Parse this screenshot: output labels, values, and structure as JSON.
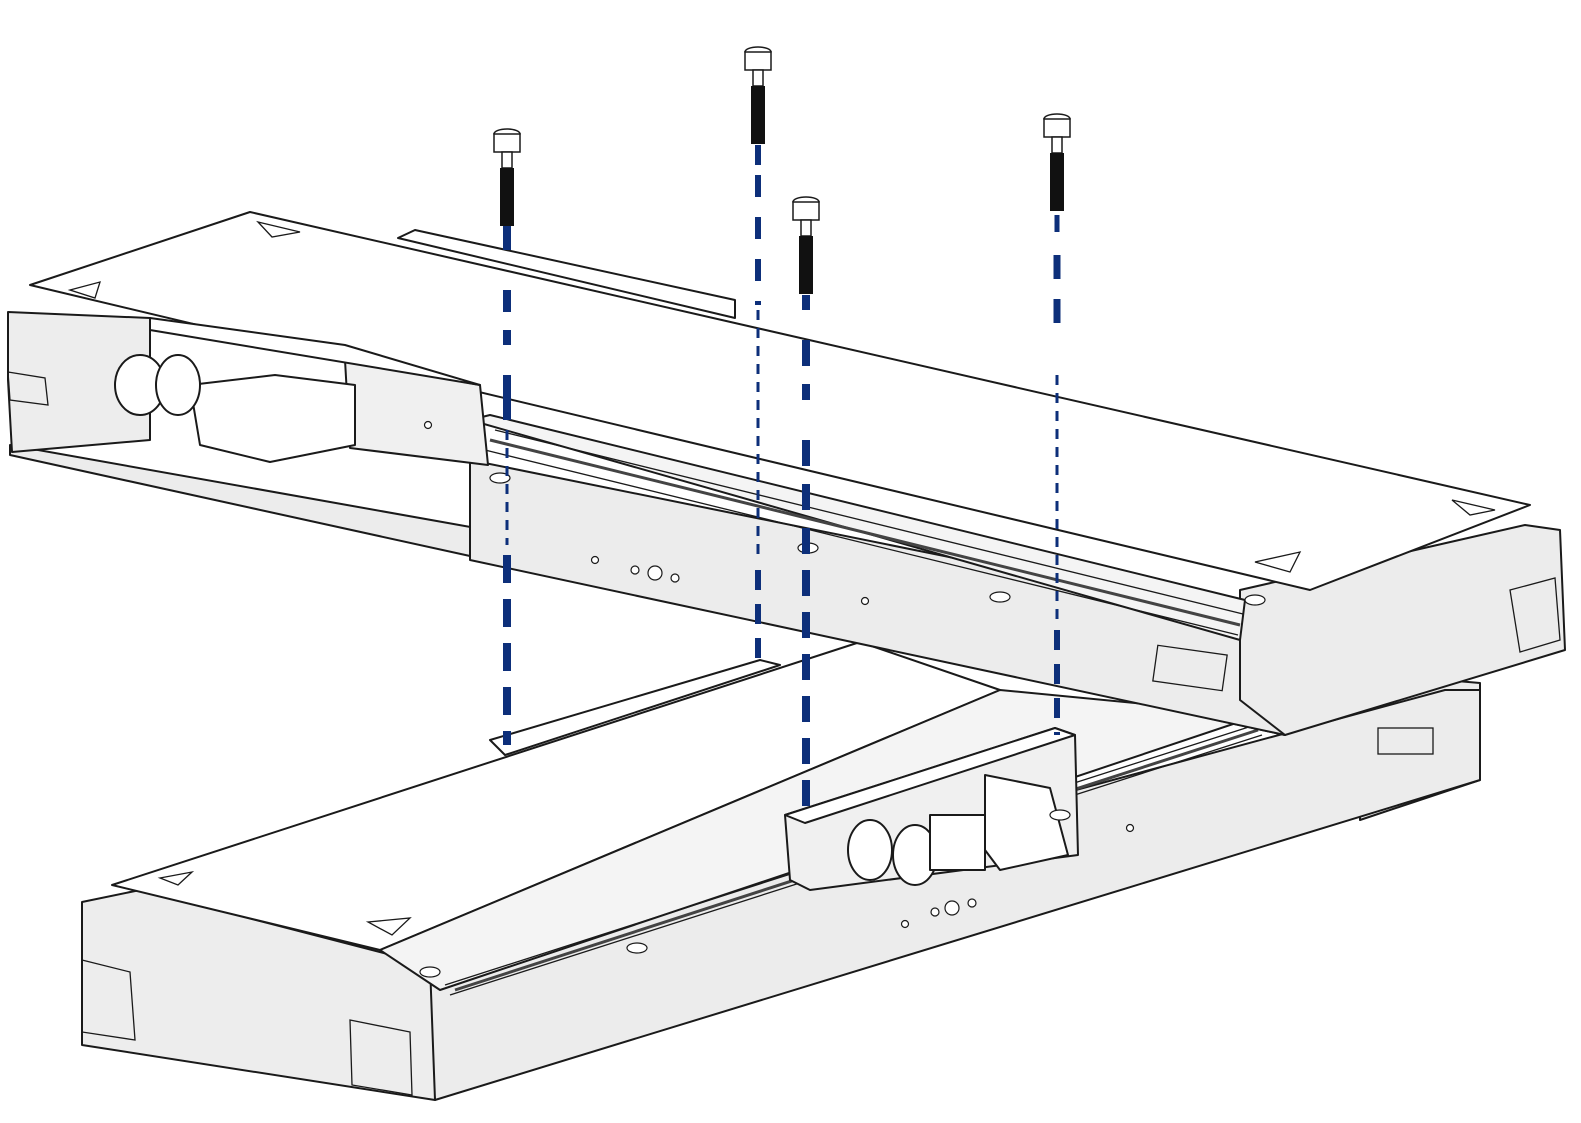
{
  "figure": {
    "type": "exploded assembly drawing",
    "components": {
      "upper_stage": "linear-stage-upper",
      "lower_stage": "linear-stage-lower",
      "screws": [
        "cap-screw-1",
        "cap-screw-2",
        "cap-screw-3",
        "cap-screw-4"
      ]
    },
    "colors": {
      "body_fill": "#ececec",
      "top_fill": "#ffffff",
      "outline": "#1a1a1a",
      "guide_line": "#0d2f7a",
      "screw_thread": "#111111"
    }
  }
}
